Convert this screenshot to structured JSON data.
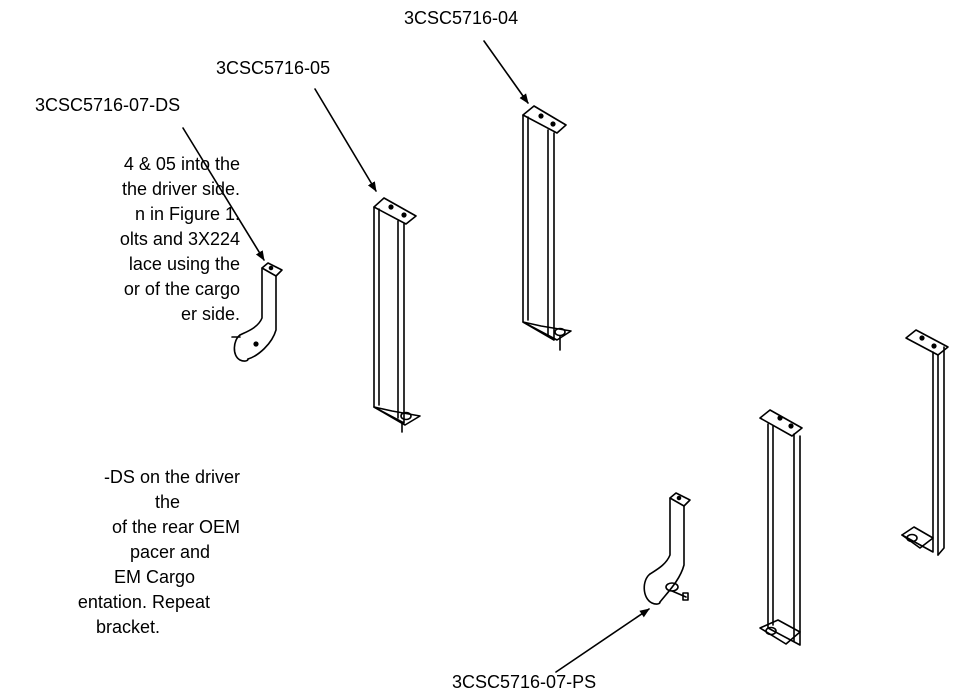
{
  "part_labels": {
    "p04": "3CSC5716-04",
    "p05": "3CSC5716-05",
    "p07ds": "3CSC5716-07-DS",
    "p07ps": "3CSC5716-07-PS"
  },
  "instructions": {
    "block1": [
      "4 & 05 into the",
      "the driver side.",
      "n in Figure 1.",
      "olts and 3X224",
      "lace using the",
      "or of the cargo",
      "er side."
    ],
    "block2": [
      "-DS on the driver",
      "the",
      "of the rear OEM",
      "pacer and",
      "EM Cargo",
      "entation. Repeat",
      "bracket."
    ]
  }
}
